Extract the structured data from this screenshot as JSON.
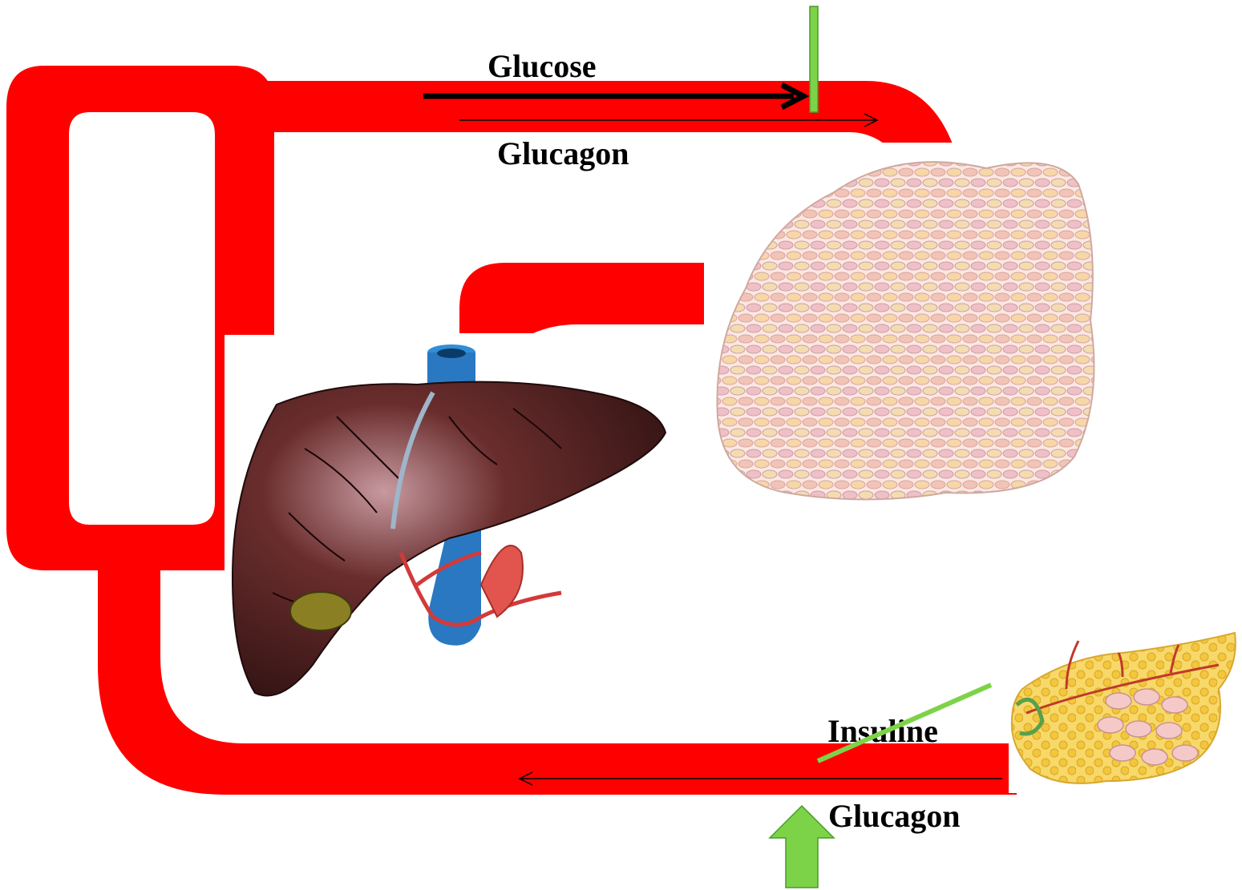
{
  "colors": {
    "vessel": "#ff0000",
    "arrow": "#000000",
    "inhibit_bar": "#7dd348",
    "increase_arrow": "#7dd348",
    "liver": "#4a1f1f",
    "fat_tissue": "#f1c2c2",
    "pancreas": "#f5cf55"
  },
  "labels": {
    "glucose_top": "Glucose",
    "glucagon_top": "Glucagon",
    "insuline_bottom": "Insuline",
    "glucagon_bottom": "Glucagon"
  },
  "icons": {
    "liver": "liver-illustration",
    "adipose": "adipose-tissue-illustration",
    "pancreas": "pancreas-illustration"
  }
}
